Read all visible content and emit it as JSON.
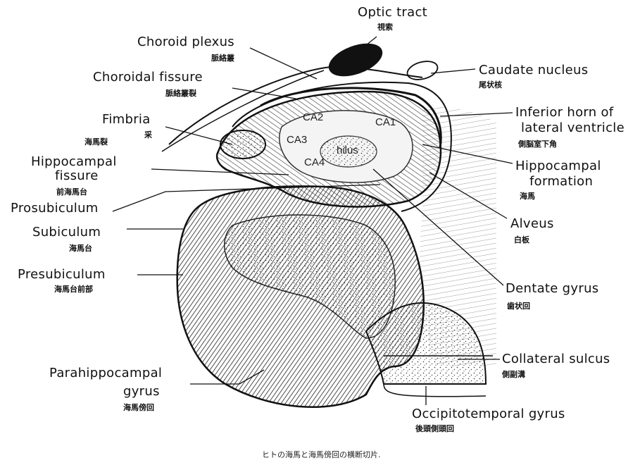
{
  "labels": {
    "optic_tract": {
      "en": "Optic tract",
      "jp": "視索"
    },
    "choroid_plexus": {
      "en": "Choroid plexus",
      "jp": "脈絡叢"
    },
    "choroidal_fissure": {
      "en": "Choroidal fissure",
      "jp": "脈絡叢裂"
    },
    "fimbria": {
      "en": "Fimbria",
      "jp": "采"
    },
    "hippocampal_fissure": {
      "en1": "Hippocampal",
      "en2": "fissure",
      "jp_above": "海馬裂",
      "jp_below": "前海馬台"
    },
    "prosubiculum": {
      "en": "Prosubiculum"
    },
    "subiculum": {
      "en": "Subiculum",
      "jp": "海馬台"
    },
    "presubiculum": {
      "en": "Presubiculum",
      "jp": "海馬台前部"
    },
    "parahippocampal": {
      "en1": "Parahippocampal",
      "en2": "gyrus",
      "jp": "海馬傍回"
    },
    "caudate": {
      "en": "Caudate nucleus",
      "jp": "尾状核"
    },
    "inferior_horn": {
      "en1": "Inferior horn of",
      "en2": "lateral ventricle",
      "jp": "側脳室下角"
    },
    "hippocampal_formation": {
      "en1": "Hippocampal",
      "en2": "formation",
      "jp": "海馬"
    },
    "alveus": {
      "en": "Alveus",
      "jp": "白板"
    },
    "dentate": {
      "en": "Dentate gyrus",
      "jp": "歯状回"
    },
    "collateral": {
      "en": "Collateral sulcus",
      "jp": "側副溝"
    },
    "occipitotemporal": {
      "en": "Occipitotemporal gyrus",
      "jp": "後頭側頭回"
    }
  },
  "inner_labels": {
    "ca1": "CA1",
    "ca2": "CA2",
    "ca3": "CA3",
    "ca4": "CA4",
    "hilus": "hilus"
  },
  "caption": "ヒトの海馬と海馬傍回の横断切片."
}
